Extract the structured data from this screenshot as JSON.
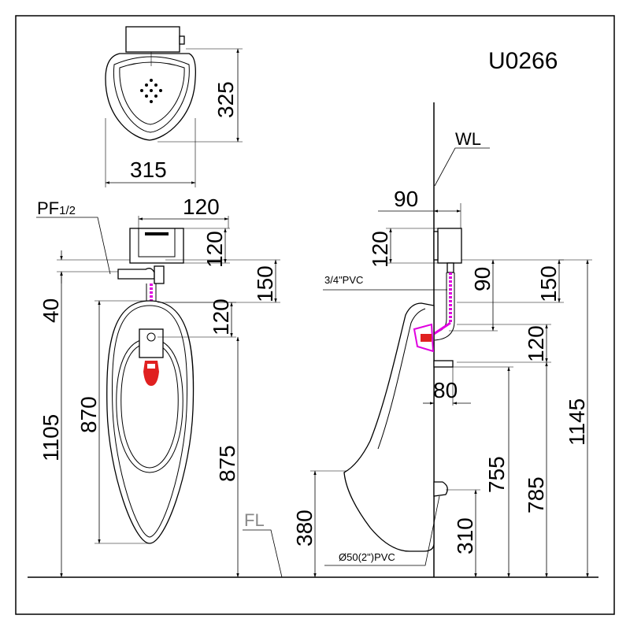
{
  "model": "U0266",
  "top_view": {
    "width": "315",
    "depth": "325"
  },
  "front_view": {
    "supply_label_main": "PF",
    "supply_label_sub": "1/2",
    "valve_width": "120",
    "valve_height": "120",
    "valve_to_spud": "150",
    "top_to_valve": "40",
    "spud_height": "120",
    "overall_height": "1105",
    "bowl_height": "870",
    "spud_from_floor": "875",
    "floor_label": "FL"
  },
  "side_view": {
    "wall_label": "WL",
    "wall_to_valve": "90",
    "valve_height": "120",
    "supply_pipe_label": "3/4\"PVC",
    "valve_to_spud": "90",
    "top_to_spud": "150",
    "spud_height": "120",
    "projection": "80",
    "lip_height": "380",
    "outlet_label": "Ø50(2\")PVC",
    "outlet_height": "310",
    "bracket_height": "755",
    "spud_height_floor": "785",
    "overall_height": "1145"
  },
  "colors": {
    "pipe": "#e000e0",
    "flush_button": "#e02020",
    "line": "#000000"
  }
}
